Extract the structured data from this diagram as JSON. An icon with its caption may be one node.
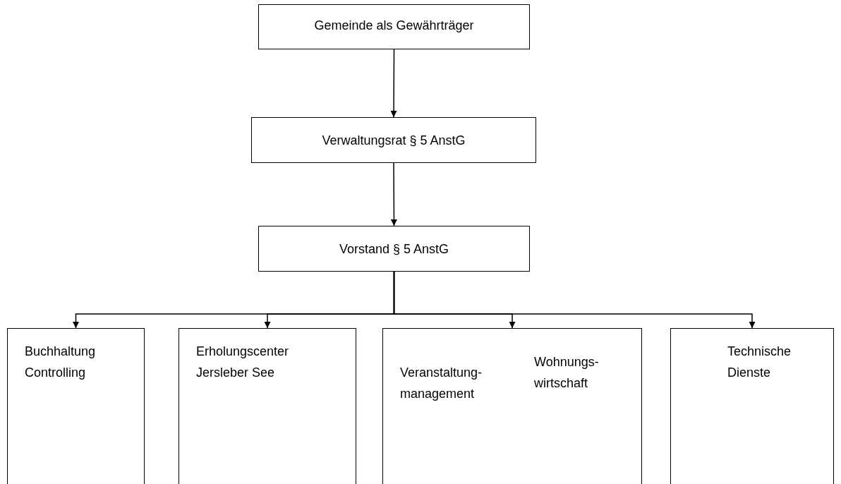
{
  "diagram": {
    "nodes": [
      {
        "text": [
          "Gemeinde als Gewährträger"
        ]
      },
      {
        "text": [
          "Verwaltungsrat § 5 AnstG"
        ]
      },
      {
        "text": [
          "Vorstand § 5 AnstG"
        ]
      },
      {
        "text": [
          "Buchhaltung Controlling"
        ]
      },
      {
        "text": [
          "Erholungscenter Jersleber See"
        ]
      },
      {
        "text": [
          "Veranstaltung- management",
          "Wohnungs- wirtschaft"
        ]
      },
      {
        "text": [
          "Technische Dienste"
        ]
      }
    ],
    "edges": [
      {
        "from": 0,
        "to": 1,
        "arrow": "to"
      },
      {
        "from": 1,
        "to": 2,
        "arrow": "to"
      },
      {
        "from": 2,
        "to": 3,
        "arrow": "to"
      },
      {
        "from": 2,
        "to": 4,
        "arrow": "to"
      },
      {
        "from": 2,
        "to": 5,
        "arrow": "to"
      },
      {
        "from": 2,
        "to": 6,
        "arrow": "to"
      }
    ]
  }
}
